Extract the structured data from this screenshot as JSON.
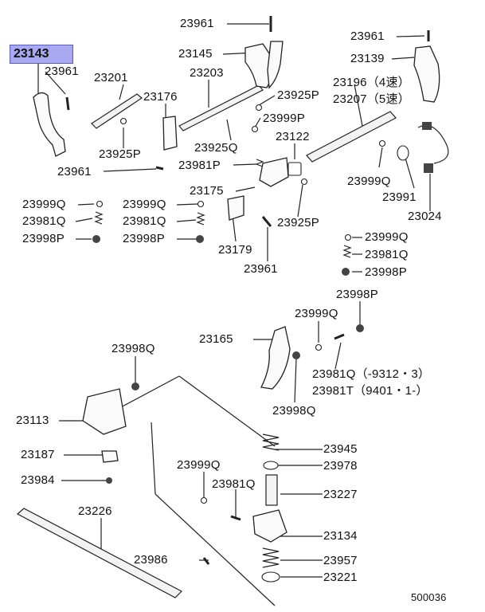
{
  "diagram": {
    "highlighted_part": "23143",
    "diagram_id": "500036",
    "labels": [
      {
        "id": "l1",
        "text": "23961"
      },
      {
        "id": "l2",
        "text": "23145"
      },
      {
        "id": "l3",
        "text": "23961"
      },
      {
        "id": "l4",
        "text": "23139"
      },
      {
        "id": "l5",
        "text": "23961"
      },
      {
        "id": "l6",
        "text": "23201"
      },
      {
        "id": "l7",
        "text": "23203"
      },
      {
        "id": "l8",
        "text": "23176"
      },
      {
        "id": "l9",
        "text": "23925P"
      },
      {
        "id": "l10",
        "text": "23196（4速）"
      },
      {
        "id": "l11",
        "text": "23207（5速）"
      },
      {
        "id": "l12",
        "text": "23999P"
      },
      {
        "id": "l13",
        "text": "23925P"
      },
      {
        "id": "l14",
        "text": "23925Q"
      },
      {
        "id": "l15",
        "text": "23122"
      },
      {
        "id": "l16",
        "text": "23961"
      },
      {
        "id": "l17",
        "text": "23981P"
      },
      {
        "id": "l18",
        "text": "23999Q"
      },
      {
        "id": "l19",
        "text": "23991"
      },
      {
        "id": "l20",
        "text": "23175"
      },
      {
        "id": "l21",
        "text": "23999Q"
      },
      {
        "id": "l22",
        "text": "23999Q"
      },
      {
        "id": "l23",
        "text": "23024"
      },
      {
        "id": "l24",
        "text": "23981Q"
      },
      {
        "id": "l25",
        "text": "23981Q"
      },
      {
        "id": "l26",
        "text": "23925P"
      },
      {
        "id": "l27",
        "text": "23998P"
      },
      {
        "id": "l28",
        "text": "23998P"
      },
      {
        "id": "l29",
        "text": "23999Q"
      },
      {
        "id": "l30",
        "text": "23179"
      },
      {
        "id": "l31",
        "text": "23981Q"
      },
      {
        "id": "l32",
        "text": "23961"
      },
      {
        "id": "l33",
        "text": "23998P"
      },
      {
        "id": "l34",
        "text": "23998P"
      },
      {
        "id": "l35",
        "text": "23999Q"
      },
      {
        "id": "l36",
        "text": "23165"
      },
      {
        "id": "l37",
        "text": "23998Q"
      },
      {
        "id": "l38",
        "text": "23981Q（-9312・3）"
      },
      {
        "id": "l39",
        "text": "23981T（9401・1-）"
      },
      {
        "id": "l40",
        "text": "23998Q"
      },
      {
        "id": "l41",
        "text": "23113"
      },
      {
        "id": "l42",
        "text": "23945"
      },
      {
        "id": "l43",
        "text": "23187"
      },
      {
        "id": "l44",
        "text": "23978"
      },
      {
        "id": "l45",
        "text": "23999Q"
      },
      {
        "id": "l46",
        "text": "23984"
      },
      {
        "id": "l47",
        "text": "23981Q"
      },
      {
        "id": "l48",
        "text": "23227"
      },
      {
        "id": "l49",
        "text": "23226"
      },
      {
        "id": "l50",
        "text": "23134"
      },
      {
        "id": "l51",
        "text": "23986"
      },
      {
        "id": "l52",
        "text": "23957"
      },
      {
        "id": "l53",
        "text": "23221"
      }
    ]
  }
}
